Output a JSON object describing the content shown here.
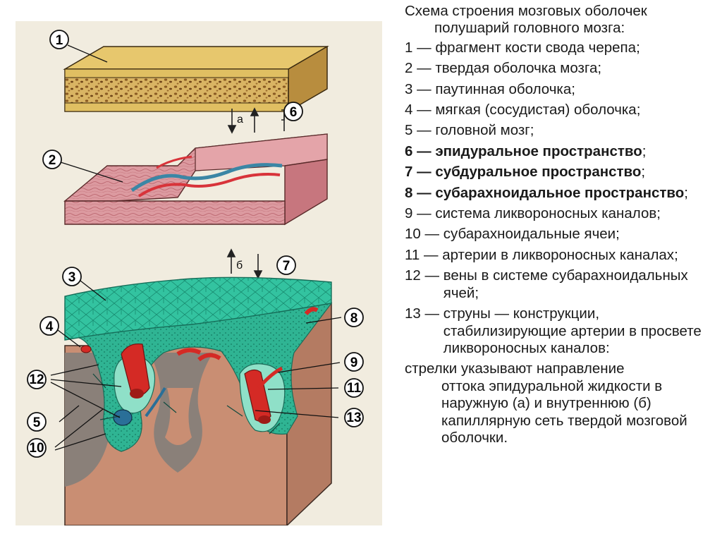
{
  "legend": {
    "title_line1": "Схема строения мозговых оболочек",
    "title_line2": "полушарий головного мозга:",
    "items": [
      {
        "num": "1",
        "text": "фрагмент кости свода черепа",
        "end": ";",
        "bold": false
      },
      {
        "num": "2",
        "text": "твердая оболочка мозга",
        "end": ";",
        "bold": false
      },
      {
        "num": "3",
        "text": "паутинная оболочка",
        "end": ";",
        "bold": false
      },
      {
        "num": "4",
        "text": "мягкая (сосудистая) оболочка",
        "end": ";",
        "bold": false
      },
      {
        "num": "5",
        "text": "головной мозг",
        "end": ";",
        "bold": false
      },
      {
        "num": "6",
        "text": "эпидуральное пространство",
        "end": ";",
        "bold": true
      },
      {
        "num": "7",
        "text": "субдуральное пространство",
        "end": ";",
        "bold": true
      },
      {
        "num": "8",
        "text": "субарахноидальное пространство",
        "end": ";",
        "bold": true
      },
      {
        "num": "9",
        "text": "система ликвороносных каналов",
        "end": ";",
        "bold": false
      },
      {
        "num": "10",
        "text": "субарахноидальные ячеи",
        "end": ";",
        "bold": false
      },
      {
        "num": "11",
        "text": "артерии в ликвороносных каналах",
        "end": ";",
        "bold": false
      },
      {
        "num": "12",
        "text": "вены в системе субарахноидальных ячей",
        "end": ";",
        "bold": false
      },
      {
        "num": "13",
        "text": "струны — конструкции, стабилизирующие артерии в просвете ликвороносных каналов",
        "end": ":",
        "bold": false
      }
    ],
    "note_line1": "стрелки указывают направление",
    "note_rest": "оттока эпидуральной жидкости в наружную (а) и внутреннюю (б) капиллярную сеть твердой мозговой оболочки."
  },
  "figure": {
    "callouts": [
      "1",
      "2",
      "3",
      "4",
      "5",
      "6",
      "7",
      "8",
      "9",
      "10",
      "11",
      "12",
      "13"
    ],
    "arrow_a": "а",
    "arrow_b": "б"
  },
  "colors": {
    "bone_top": "#e7c76d",
    "bone_side": "#c79f48",
    "dura": "#d9939a",
    "arachnoid": "#2ebd9b",
    "brain": "#c98e73",
    "brain_dark": "#807874",
    "artery": "#d42a25",
    "vein": "#2a6f98"
  }
}
